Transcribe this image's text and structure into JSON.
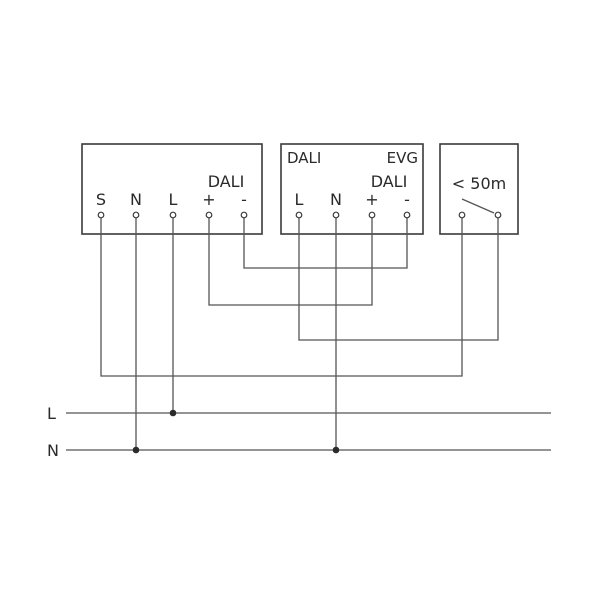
{
  "controller": {
    "terminals": [
      "S",
      "N",
      "L"
    ],
    "dali_label": "DALI",
    "dali_plus": "+",
    "dali_minus": "-"
  },
  "ballast": {
    "title_left": "DALI",
    "title_right": "EVG",
    "dali_label": "DALI",
    "terminal_l": "L",
    "terminal_n": "N",
    "dali_plus": "+",
    "dali_minus": "-"
  },
  "pushbutton": {
    "label": "< 50m"
  },
  "supply": {
    "line_label": "L",
    "neutral_label": "N"
  }
}
